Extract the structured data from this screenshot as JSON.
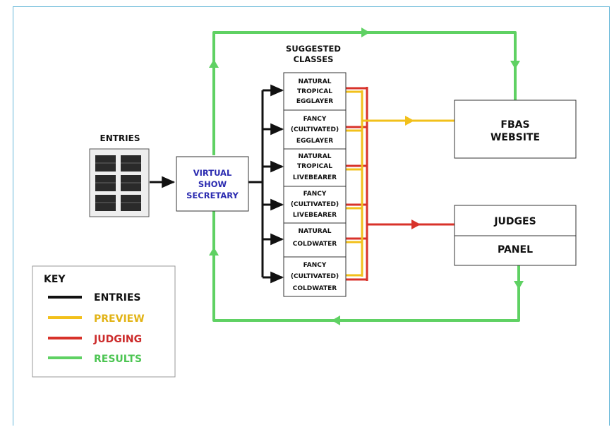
{
  "diagram": {
    "entries_label": "ENTRIES",
    "virtual_show": {
      "line1": "VIRTUAL",
      "line2": "SHOW",
      "line3": "SECRETARY"
    },
    "suggested_classes_title": {
      "line1": "SUGGESTED",
      "line2": "CLASSES"
    },
    "classes": [
      {
        "lines": [
          "NATURAL",
          "TROPICAL",
          "EGGLAYER"
        ]
      },
      {
        "lines": [
          "FANCY",
          "(CULTIVATED)",
          "EGGLAYER"
        ]
      },
      {
        "lines": [
          "NATURAL",
          "TROPICAL",
          "LIVEBEARER"
        ]
      },
      {
        "lines": [
          "FANCY",
          "(CULTIVATED)",
          "LIVEBEARER"
        ]
      },
      {
        "lines": [
          "NATURAL",
          "COLDWATER"
        ]
      },
      {
        "lines": [
          "FANCY",
          "(CULTIVATED)",
          "COLDWATER"
        ]
      }
    ],
    "fbas_website": {
      "line1": "FBAS",
      "line2": "WEBSITE"
    },
    "judges_panel": {
      "top": "JUDGES",
      "bottom": "PANEL"
    }
  },
  "key": {
    "title": "KEY",
    "items": [
      {
        "label": "ENTRIES",
        "color": "#111111",
        "text_color": "#111111"
      },
      {
        "label": "PREVIEW",
        "color": "#f2c01b",
        "text_color": "#e2b316"
      },
      {
        "label": "JUDGING",
        "color": "#d8322a",
        "text_color": "#cc2b2b"
      },
      {
        "label": "RESULTS",
        "color": "#5fd163",
        "text_color": "#4cc552"
      }
    ]
  },
  "colors": {
    "entries": "#111111",
    "preview": "#f2c01b",
    "judging": "#d8322a",
    "results": "#5fd163",
    "vss_text": "#2b2bb0"
  }
}
